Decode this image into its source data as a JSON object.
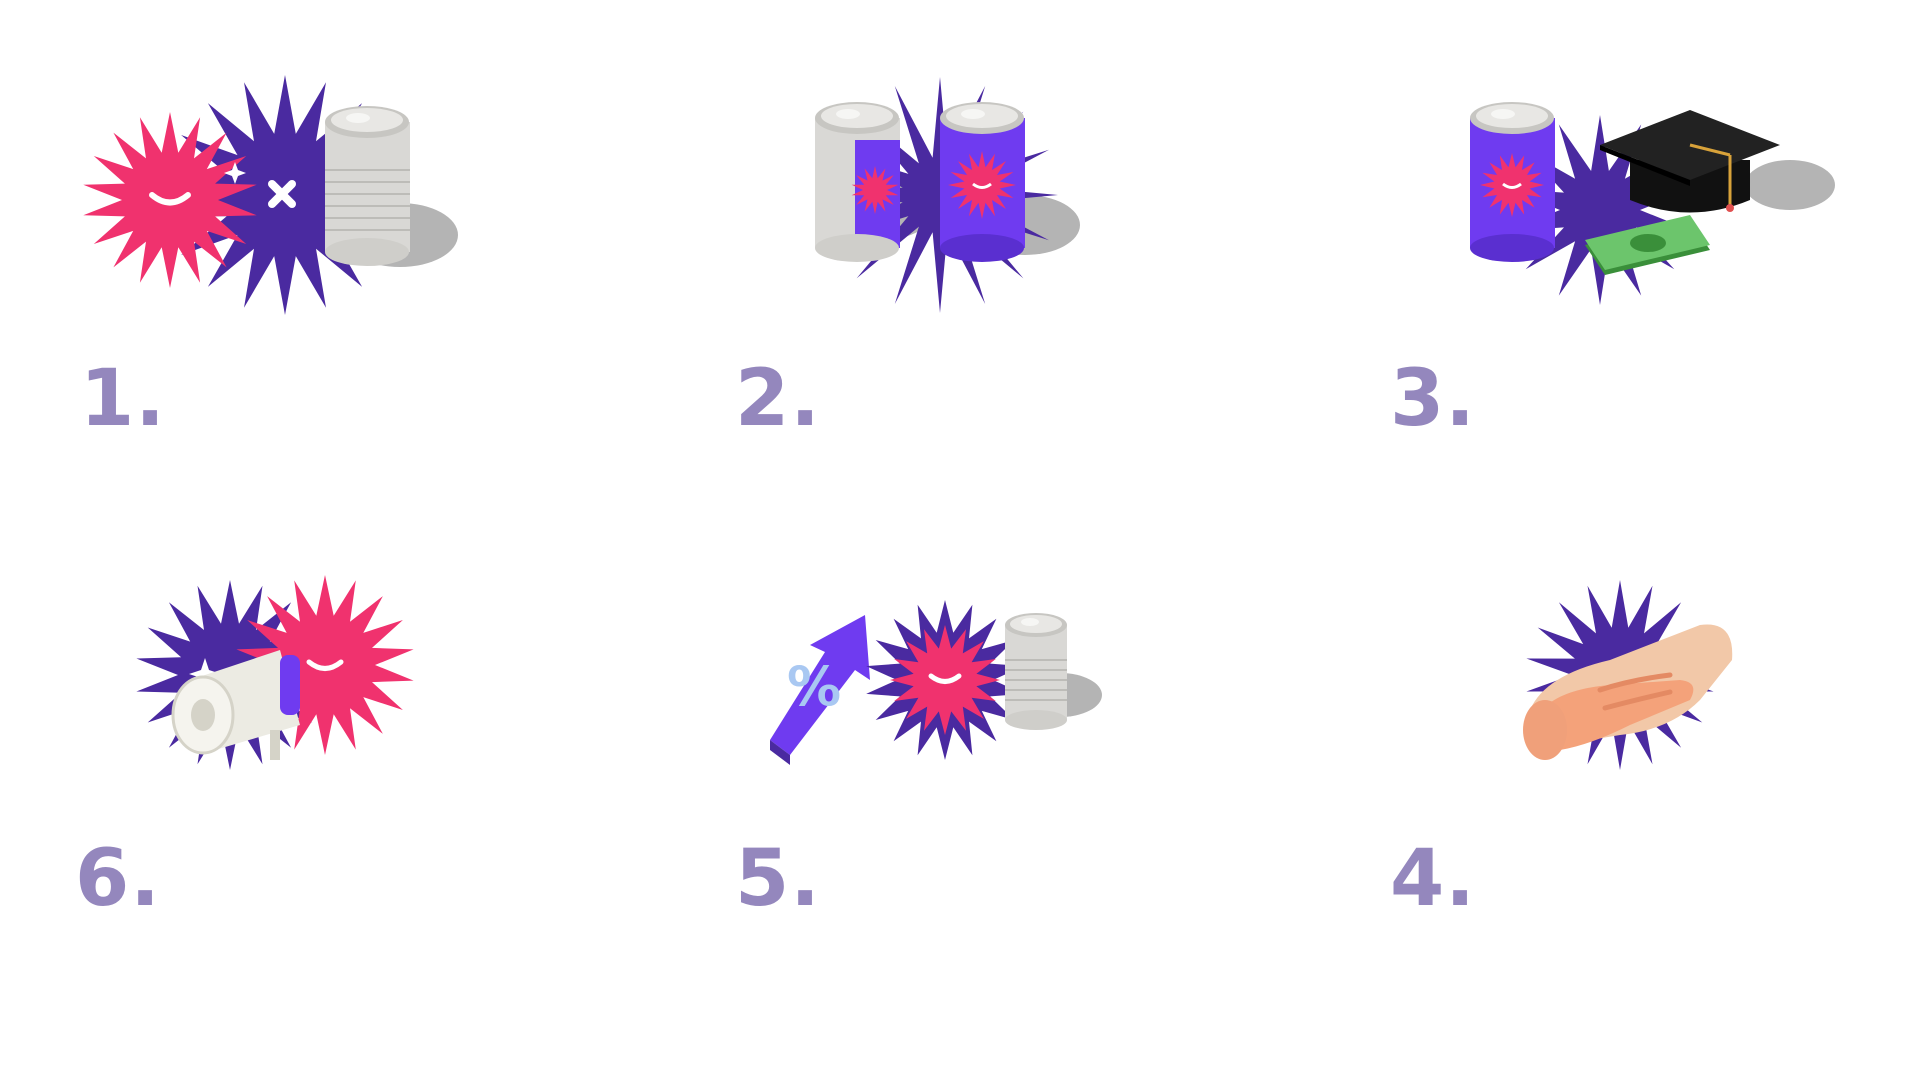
{
  "steps": [
    {
      "id": "step-1",
      "label": "1.",
      "illustration": "pink-starburst-smile purple-starburst-x blank-tin-can"
    },
    {
      "id": "step-2",
      "label": "2.",
      "illustration": "half-labeled-tin-can purple-starburst labeled-tin-can"
    },
    {
      "id": "step-3",
      "label": "3.",
      "illustration": "labeled-tin-can graduation-cap money-bill"
    },
    {
      "id": "step-4",
      "label": "4.",
      "illustration": "handshake purple-starburst"
    },
    {
      "id": "step-5",
      "label": "5.",
      "illustration": "percent-arrow starburst-smile small-tin-can"
    },
    {
      "id": "step-6",
      "label": "6.",
      "illustration": "megaphone pink-starburst-smile purple-starburst"
    }
  ],
  "colors": {
    "number": "#9487bd",
    "pink": "#f0326e",
    "purple": "#4a2aa0",
    "violet": "#6f3bf0",
    "tin": "#d9d8d5",
    "shadow": "#b4b4b4"
  }
}
